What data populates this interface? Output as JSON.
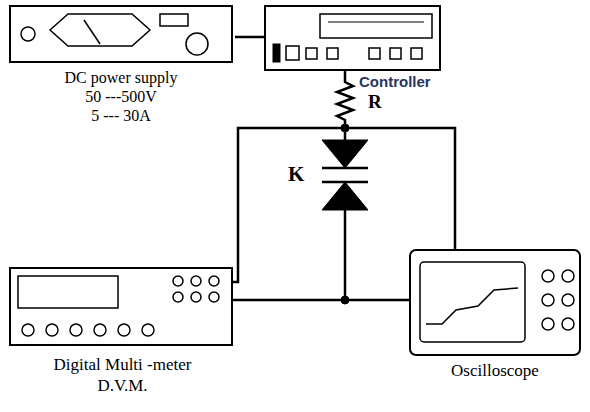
{
  "diagram": {
    "nodes": [
      {
        "text": [
          "DC power supply",
          "50 ---500V",
          "5 --- 30A"
        ]
      },
      {
        "text": [
          "Controller"
        ]
      },
      {
        "text": [
          "Digital Multi -meter",
          "D.V.M."
        ]
      },
      {
        "text": [
          "Oscilloscope"
        ]
      }
    ],
    "edges": [
      {
        "from": 0,
        "to": 1,
        "arrow": "none"
      }
    ],
    "labels": [
      "R",
      "K"
    ]
  }
}
